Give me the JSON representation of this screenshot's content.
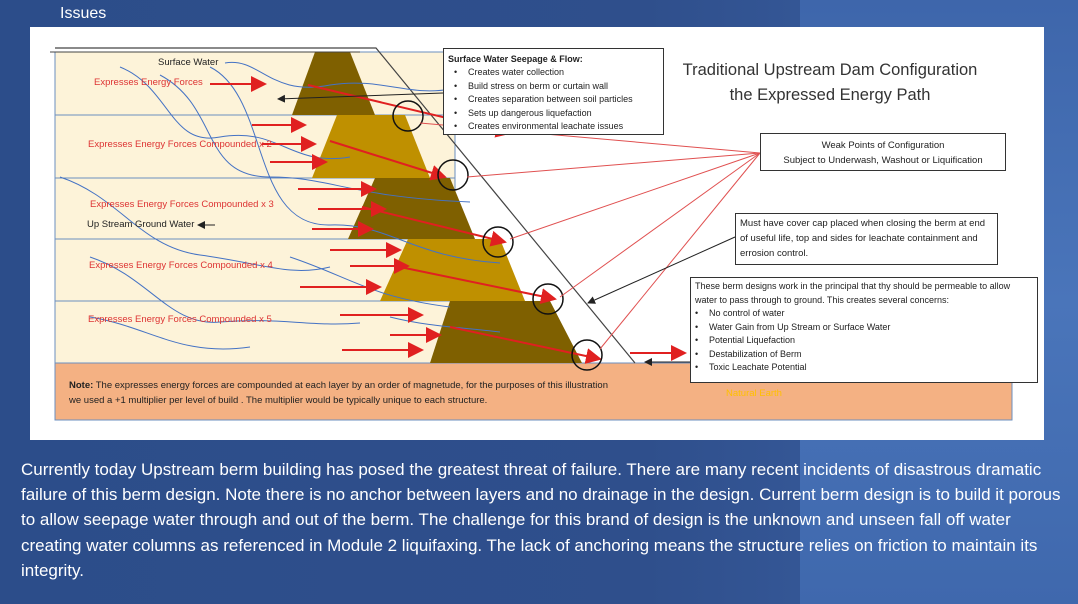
{
  "slide": {
    "heading": "Issues",
    "paragraph": "Currently today Upstream berm building has posed the greatest threat of failure.  There are many recent incidents of disastrous dramatic failure of this berm design. Note there is no anchor between layers and no drainage in the design. Current berm design is to build it porous  to allow seepage water through and out of the berm. The challenge for this brand of design is the unknown and unseen fall off water creating water columns as referenced in Module 2 liquifaxing. The lack of anchoring means the structure relies on friction to maintain its integrity."
  },
  "diagram": {
    "title_line1": "Traditional Upstream Dam Configuration",
    "title_line2": "the Expressed Energy Path",
    "surface_water": "Surface Water",
    "upstream_ground_water": "Up Stream Ground Water",
    "layer_labels": [
      "Expresses Energy Forces",
      "Expresses Energy Forces Compounded x 2",
      "Expresses Energy Forces Compounded x 3",
      "Expresses Energy Forces Compounded x 4",
      "Expresses Energy Forces Compounded x 5"
    ],
    "seepage_box": {
      "title": "Surface Water Seepage & Flow:",
      "items": [
        "Creates water collection",
        "Build stress on berm or curtain wall",
        "Creates separation between soil particles",
        "Sets up dangerous liquefaction",
        "Creates environmental leachate issues"
      ]
    },
    "weak_points_line1": "Weak Points of Configuration",
    "weak_points_line2": "Subject to Underwash, Washout or Liquification",
    "cover_cap": "Must have cover cap placed when closing the berm at end of useful life, top and sides for leachate containment and errosion control.",
    "permeable_box": {
      "intro": "These berm designs work in the principal that thy should be permeable to allow water to pass through to ground. This creates several concerns:",
      "items": [
        "No control of water",
        "Water Gain from Up Stream or Surface Water",
        "Potential Liquefaction",
        "Destabilization of Berm",
        "Toxic Leachate Potential"
      ]
    },
    "note_label": "Note:",
    "note_text": " The expresses energy forces are compounded at each layer by an order of magnetude, for the purposes of this illustration we used a +1 multiplier per level of build . The multiplier would be typically unique to each structure.",
    "natural_earth": "Natural Earth",
    "colors": {
      "sand": "#fdf3d9",
      "earth": "#f4b183",
      "dark_layer": "#7f6000",
      "gold_layer": "#bf9000",
      "arrow": "#e02020",
      "natural_earth_text": "#ffc000"
    }
  }
}
